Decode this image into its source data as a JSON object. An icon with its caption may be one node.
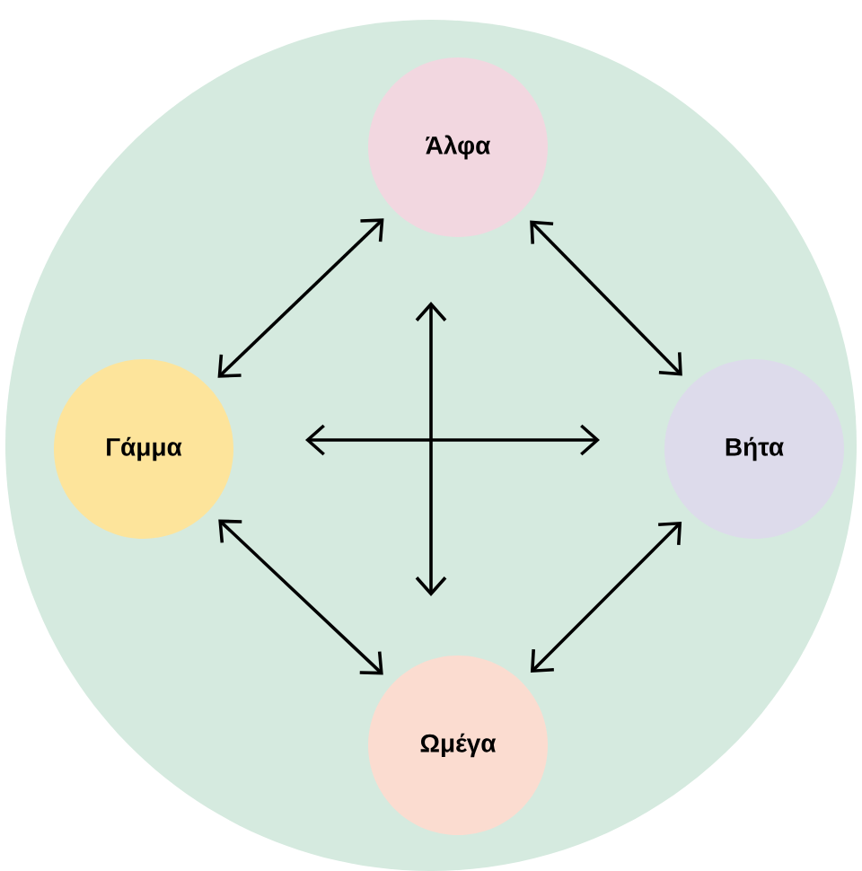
{
  "diagram": {
    "nodes": [
      {
        "text": [],
        "shape": "circle"
      },
      {
        "text": [
          "Άλφα"
        ],
        "in": 0
      },
      {
        "text": [
          "Γάμμα"
        ],
        "in": 0
      },
      {
        "text": [
          "Βήτα"
        ],
        "in": 0
      },
      {
        "text": [
          "Ωμέγα"
        ],
        "in": 0
      }
    ],
    "edges": [
      {
        "from": 1,
        "to": 2,
        "arrow": "both"
      },
      {
        "from": 1,
        "to": 3,
        "arrow": "both"
      },
      {
        "from": 2,
        "to": 4,
        "arrow": "both"
      },
      {
        "from": 3,
        "to": 4,
        "arrow": "both"
      }
    ]
  }
}
